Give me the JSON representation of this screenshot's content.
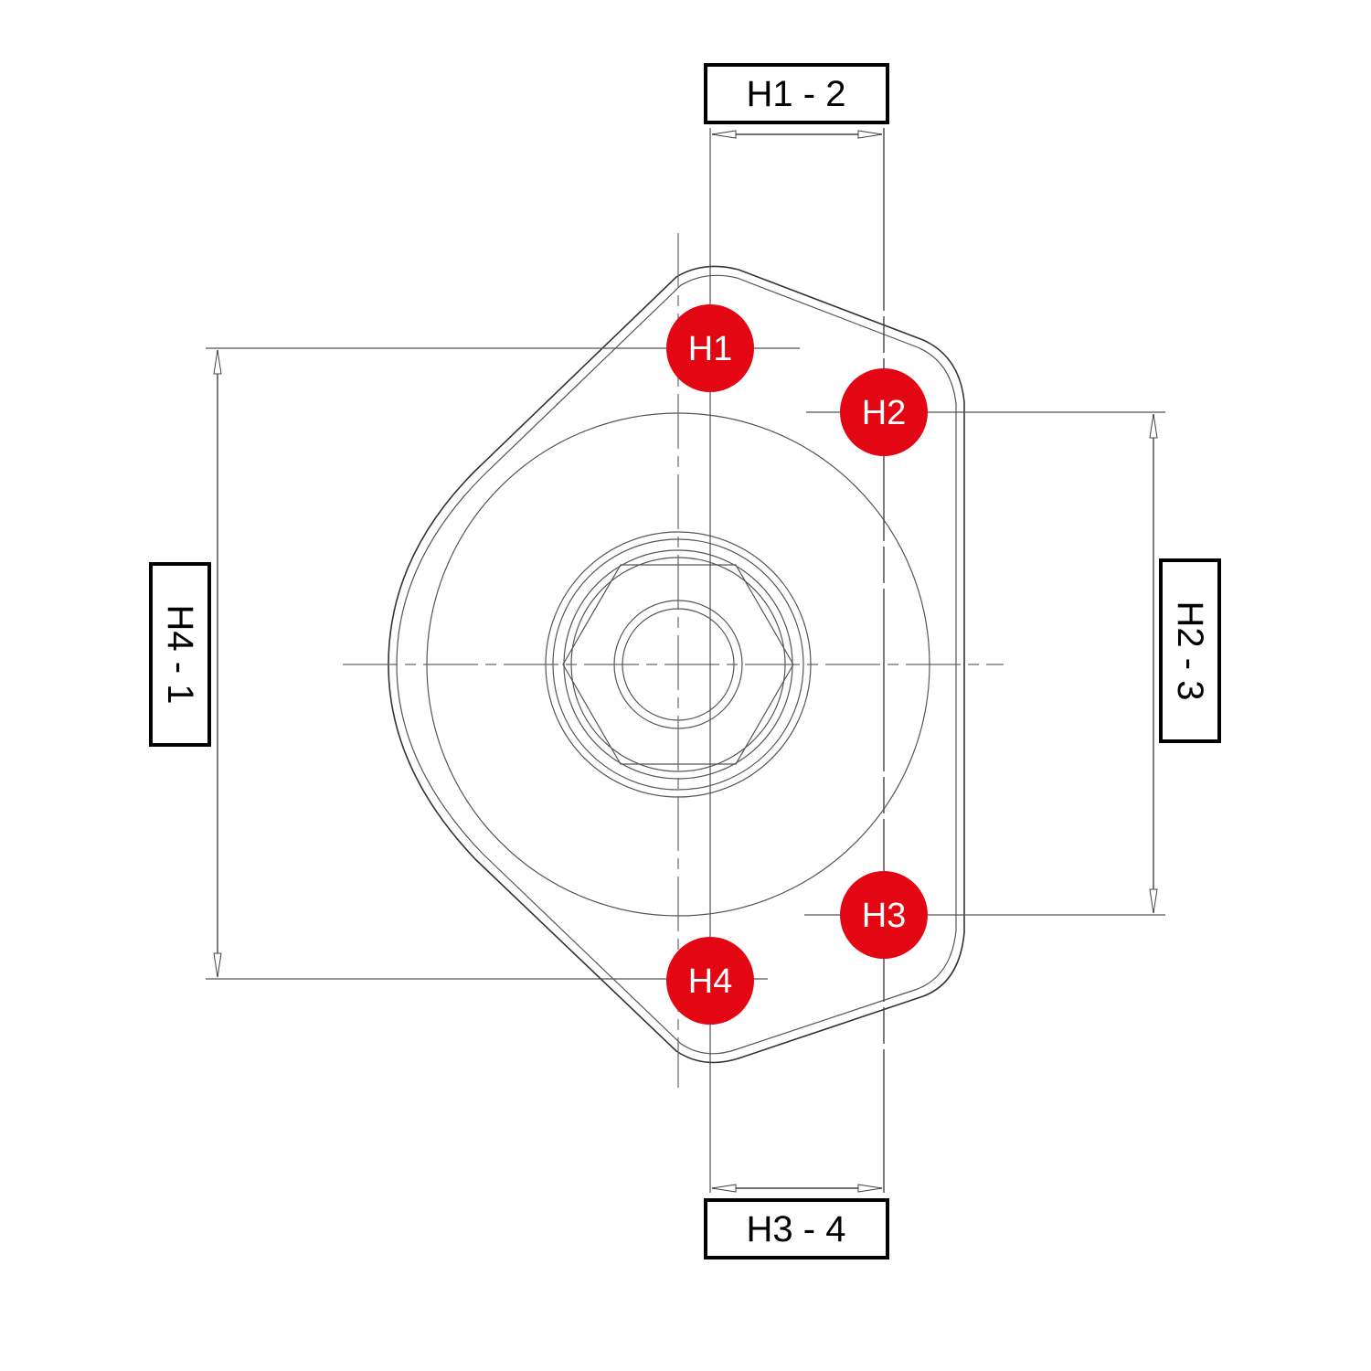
{
  "colors": {
    "hole_marker": "#e30613",
    "line": "#555555",
    "label_border": "#000000",
    "background": "#ffffff"
  },
  "holes": [
    {
      "label": "H1"
    },
    {
      "label": "H2"
    },
    {
      "label": "H3"
    },
    {
      "label": "H4"
    }
  ],
  "dimensions": {
    "top": "H1 - 2",
    "right": "H2 - 3",
    "bottom": "H3 - 4",
    "left": "H4 - 1"
  }
}
